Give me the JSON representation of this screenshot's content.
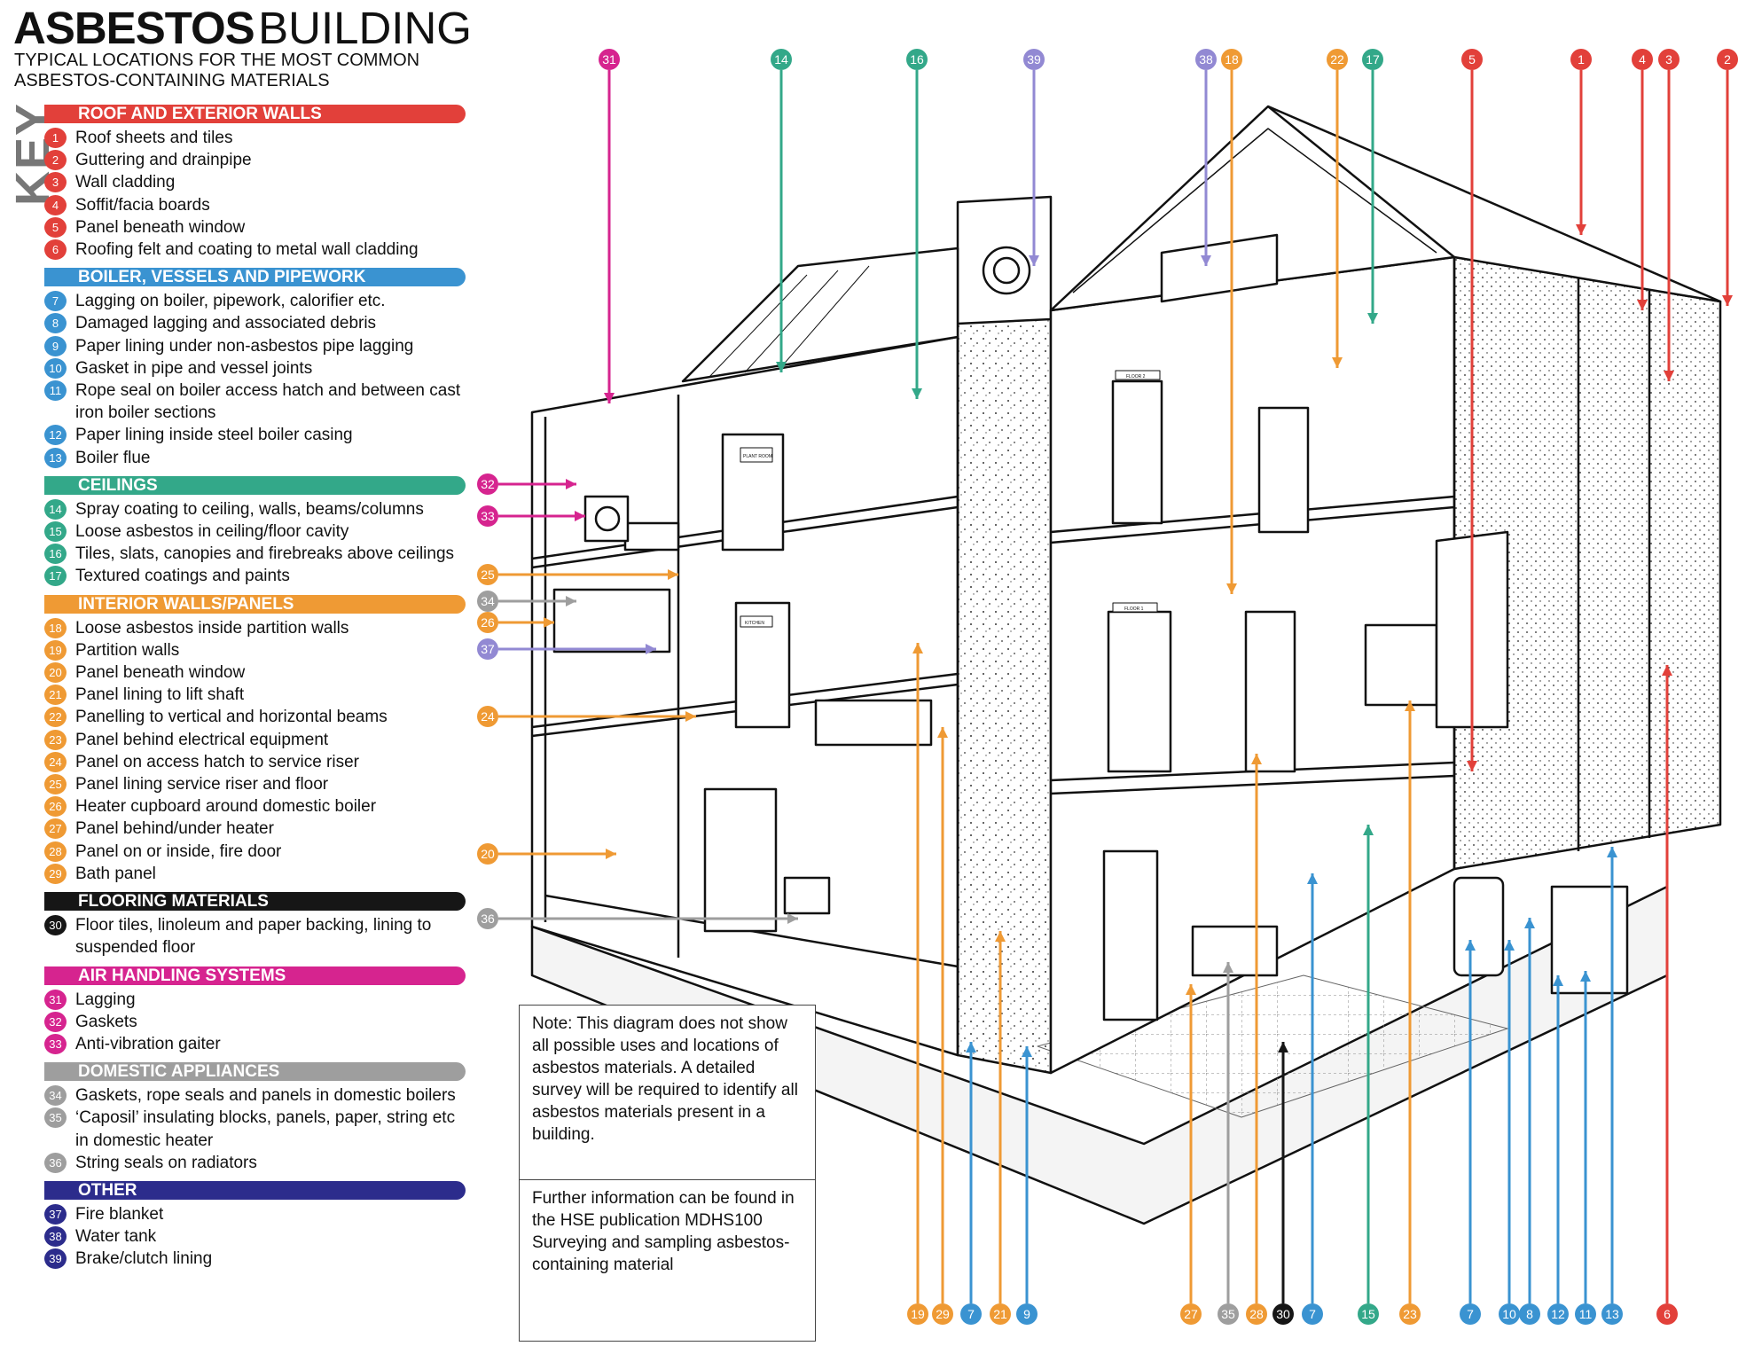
{
  "title_bold": "ASBESTOS",
  "title_light": "BUILDING",
  "subtitle": "TYPICAL LOCATIONS FOR THE MOST COMMON ASBESTOS-CONTAINING MATERIALS",
  "key_label": "KEY",
  "colors": {
    "red": "#e2403a",
    "blue": "#3a93d1",
    "teal": "#33a889",
    "orange": "#ef9a34",
    "black": "#161616",
    "magenta": "#d6248f",
    "gray": "#9e9e9e",
    "navy": "#2c2c8c",
    "lavender": "#9289d3"
  },
  "sections": [
    {
      "heading": "ROOF AND EXTERIOR WALLS",
      "color": "red",
      "items": [
        {
          "num": "1",
          "text": "Roof sheets and tiles"
        },
        {
          "num": "2",
          "text": "Guttering and drainpipe"
        },
        {
          "num": "3",
          "text": "Wall cladding"
        },
        {
          "num": "4",
          "text": "Soffit/facia boards"
        },
        {
          "num": "5",
          "text": "Panel beneath window"
        },
        {
          "num": "6",
          "text": "Roofing felt and coating to metal wall cladding"
        }
      ]
    },
    {
      "heading": "BOILER, VESSELS AND PIPEWORK",
      "color": "blue",
      "items": [
        {
          "num": "7",
          "text": "Lagging on boiler, pipework, calorifier etc."
        },
        {
          "num": "8",
          "text": "Damaged lagging and associated debris"
        },
        {
          "num": "9",
          "text": "Paper lining under non-asbestos pipe lagging"
        },
        {
          "num": "10",
          "text": "Gasket in pipe and vessel joints"
        },
        {
          "num": "11",
          "text": "Rope seal on boiler access hatch and between cast iron boiler sections"
        },
        {
          "num": "12",
          "text": "Paper lining inside steel boiler casing"
        },
        {
          "num": "13",
          "text": "Boiler flue"
        }
      ]
    },
    {
      "heading": "CEILINGS",
      "color": "teal",
      "items": [
        {
          "num": "14",
          "text": "Spray coating to ceiling, walls, beams/columns"
        },
        {
          "num": "15",
          "text": "Loose asbestos in ceiling/floor cavity"
        },
        {
          "num": "16",
          "text": "Tiles, slats, canopies and firebreaks above ceilings"
        },
        {
          "num": "17",
          "text": "Textured coatings and paints"
        }
      ]
    },
    {
      "heading": "INTERIOR WALLS/PANELS",
      "color": "orange",
      "items": [
        {
          "num": "18",
          "text": "Loose asbestos inside partition walls"
        },
        {
          "num": "19",
          "text": "Partition walls"
        },
        {
          "num": "20",
          "text": "Panel beneath window"
        },
        {
          "num": "21",
          "text": "Panel lining to lift shaft"
        },
        {
          "num": "22",
          "text": "Panelling to vertical and horizontal beams"
        },
        {
          "num": "23",
          "text": "Panel behind electrical equipment"
        },
        {
          "num": "24",
          "text": "Panel on access hatch to service riser"
        },
        {
          "num": "25",
          "text": "Panel lining service riser and floor"
        },
        {
          "num": "26",
          "text": "Heater cupboard around domestic boiler"
        },
        {
          "num": "27",
          "text": "Panel behind/under heater"
        },
        {
          "num": "28",
          "text": "Panel on or inside, fire door"
        },
        {
          "num": "29",
          "text": "Bath panel"
        }
      ]
    },
    {
      "heading": "FLOORING MATERIALS",
      "color": "black",
      "items": [
        {
          "num": "30",
          "text": "Floor tiles, linoleum and paper backing, lining to suspended floor"
        }
      ]
    },
    {
      "heading": "AIR HANDLING SYSTEMS",
      "color": "magenta",
      "items": [
        {
          "num": "31",
          "text": "Lagging"
        },
        {
          "num": "32",
          "text": "Gaskets"
        },
        {
          "num": "33",
          "text": "Anti-vibration gaiter"
        }
      ]
    },
    {
      "heading": "DOMESTIC APPLIANCES",
      "color": "gray",
      "items": [
        {
          "num": "34",
          "text": "Gaskets, rope seals and panels in domestic boilers"
        },
        {
          "num": "35",
          "text": "‘Caposil’ insulating blocks, panels, paper, string etc in domestic heater"
        },
        {
          "num": "36",
          "text": "String seals on radiators"
        }
      ]
    },
    {
      "heading": "OTHER",
      "color": "navy",
      "items": [
        {
          "num": "37",
          "text": "Fire blanket"
        },
        {
          "num": "38",
          "text": "Water tank"
        },
        {
          "num": "39",
          "text": "Brake/clutch lining"
        }
      ]
    }
  ],
  "note": "Note: This diagram does not show all possible uses and locations of asbestos materials. A detailed survey will be required to identify all asbestos materials present in a building.",
  "further_info": "Further information can be found in the HSE publication MDHS100 Surveying and sampling asbestos-containing material",
  "callouts_top": [
    {
      "num": "31",
      "color": "magenta"
    },
    {
      "num": "14",
      "color": "teal"
    },
    {
      "num": "16",
      "color": "teal"
    },
    {
      "num": "39",
      "color": "lavender"
    },
    {
      "num": "38",
      "color": "lavender"
    },
    {
      "num": "18",
      "color": "orange"
    },
    {
      "num": "22",
      "color": "orange"
    },
    {
      "num": "17",
      "color": "teal"
    },
    {
      "num": "5",
      "color": "red"
    },
    {
      "num": "1",
      "color": "red"
    },
    {
      "num": "4",
      "color": "red"
    },
    {
      "num": "3",
      "color": "red"
    },
    {
      "num": "2",
      "color": "red"
    }
  ],
  "callouts_left": [
    {
      "num": "32",
      "color": "magenta"
    },
    {
      "num": "33",
      "color": "magenta"
    },
    {
      "num": "25",
      "color": "orange"
    },
    {
      "num": "34",
      "color": "gray"
    },
    {
      "num": "26",
      "color": "orange"
    },
    {
      "num": "37",
      "color": "lavender"
    },
    {
      "num": "24",
      "color": "orange"
    },
    {
      "num": "20",
      "color": "orange"
    },
    {
      "num": "36",
      "color": "gray"
    }
  ],
  "callouts_bottom": [
    {
      "num": "19",
      "color": "orange"
    },
    {
      "num": "29",
      "color": "orange"
    },
    {
      "num": "7",
      "color": "blue"
    },
    {
      "num": "21",
      "color": "orange"
    },
    {
      "num": "9",
      "color": "blue"
    },
    {
      "num": "27",
      "color": "orange"
    },
    {
      "num": "35",
      "color": "gray"
    },
    {
      "num": "28",
      "color": "orange"
    },
    {
      "num": "30",
      "color": "black"
    },
    {
      "num": "7",
      "color": "blue"
    },
    {
      "num": "15",
      "color": "teal"
    },
    {
      "num": "23",
      "color": "orange"
    },
    {
      "num": "7",
      "color": "blue"
    },
    {
      "num": "10",
      "color": "blue"
    },
    {
      "num": "8",
      "color": "blue"
    },
    {
      "num": "12",
      "color": "blue"
    },
    {
      "num": "11",
      "color": "blue"
    },
    {
      "num": "13",
      "color": "blue"
    },
    {
      "num": "6",
      "color": "red"
    }
  ],
  "room_signs": [
    "PLANT ROOM",
    "KITCHEN",
    "FLOOR 2",
    "FLOOR 1"
  ]
}
